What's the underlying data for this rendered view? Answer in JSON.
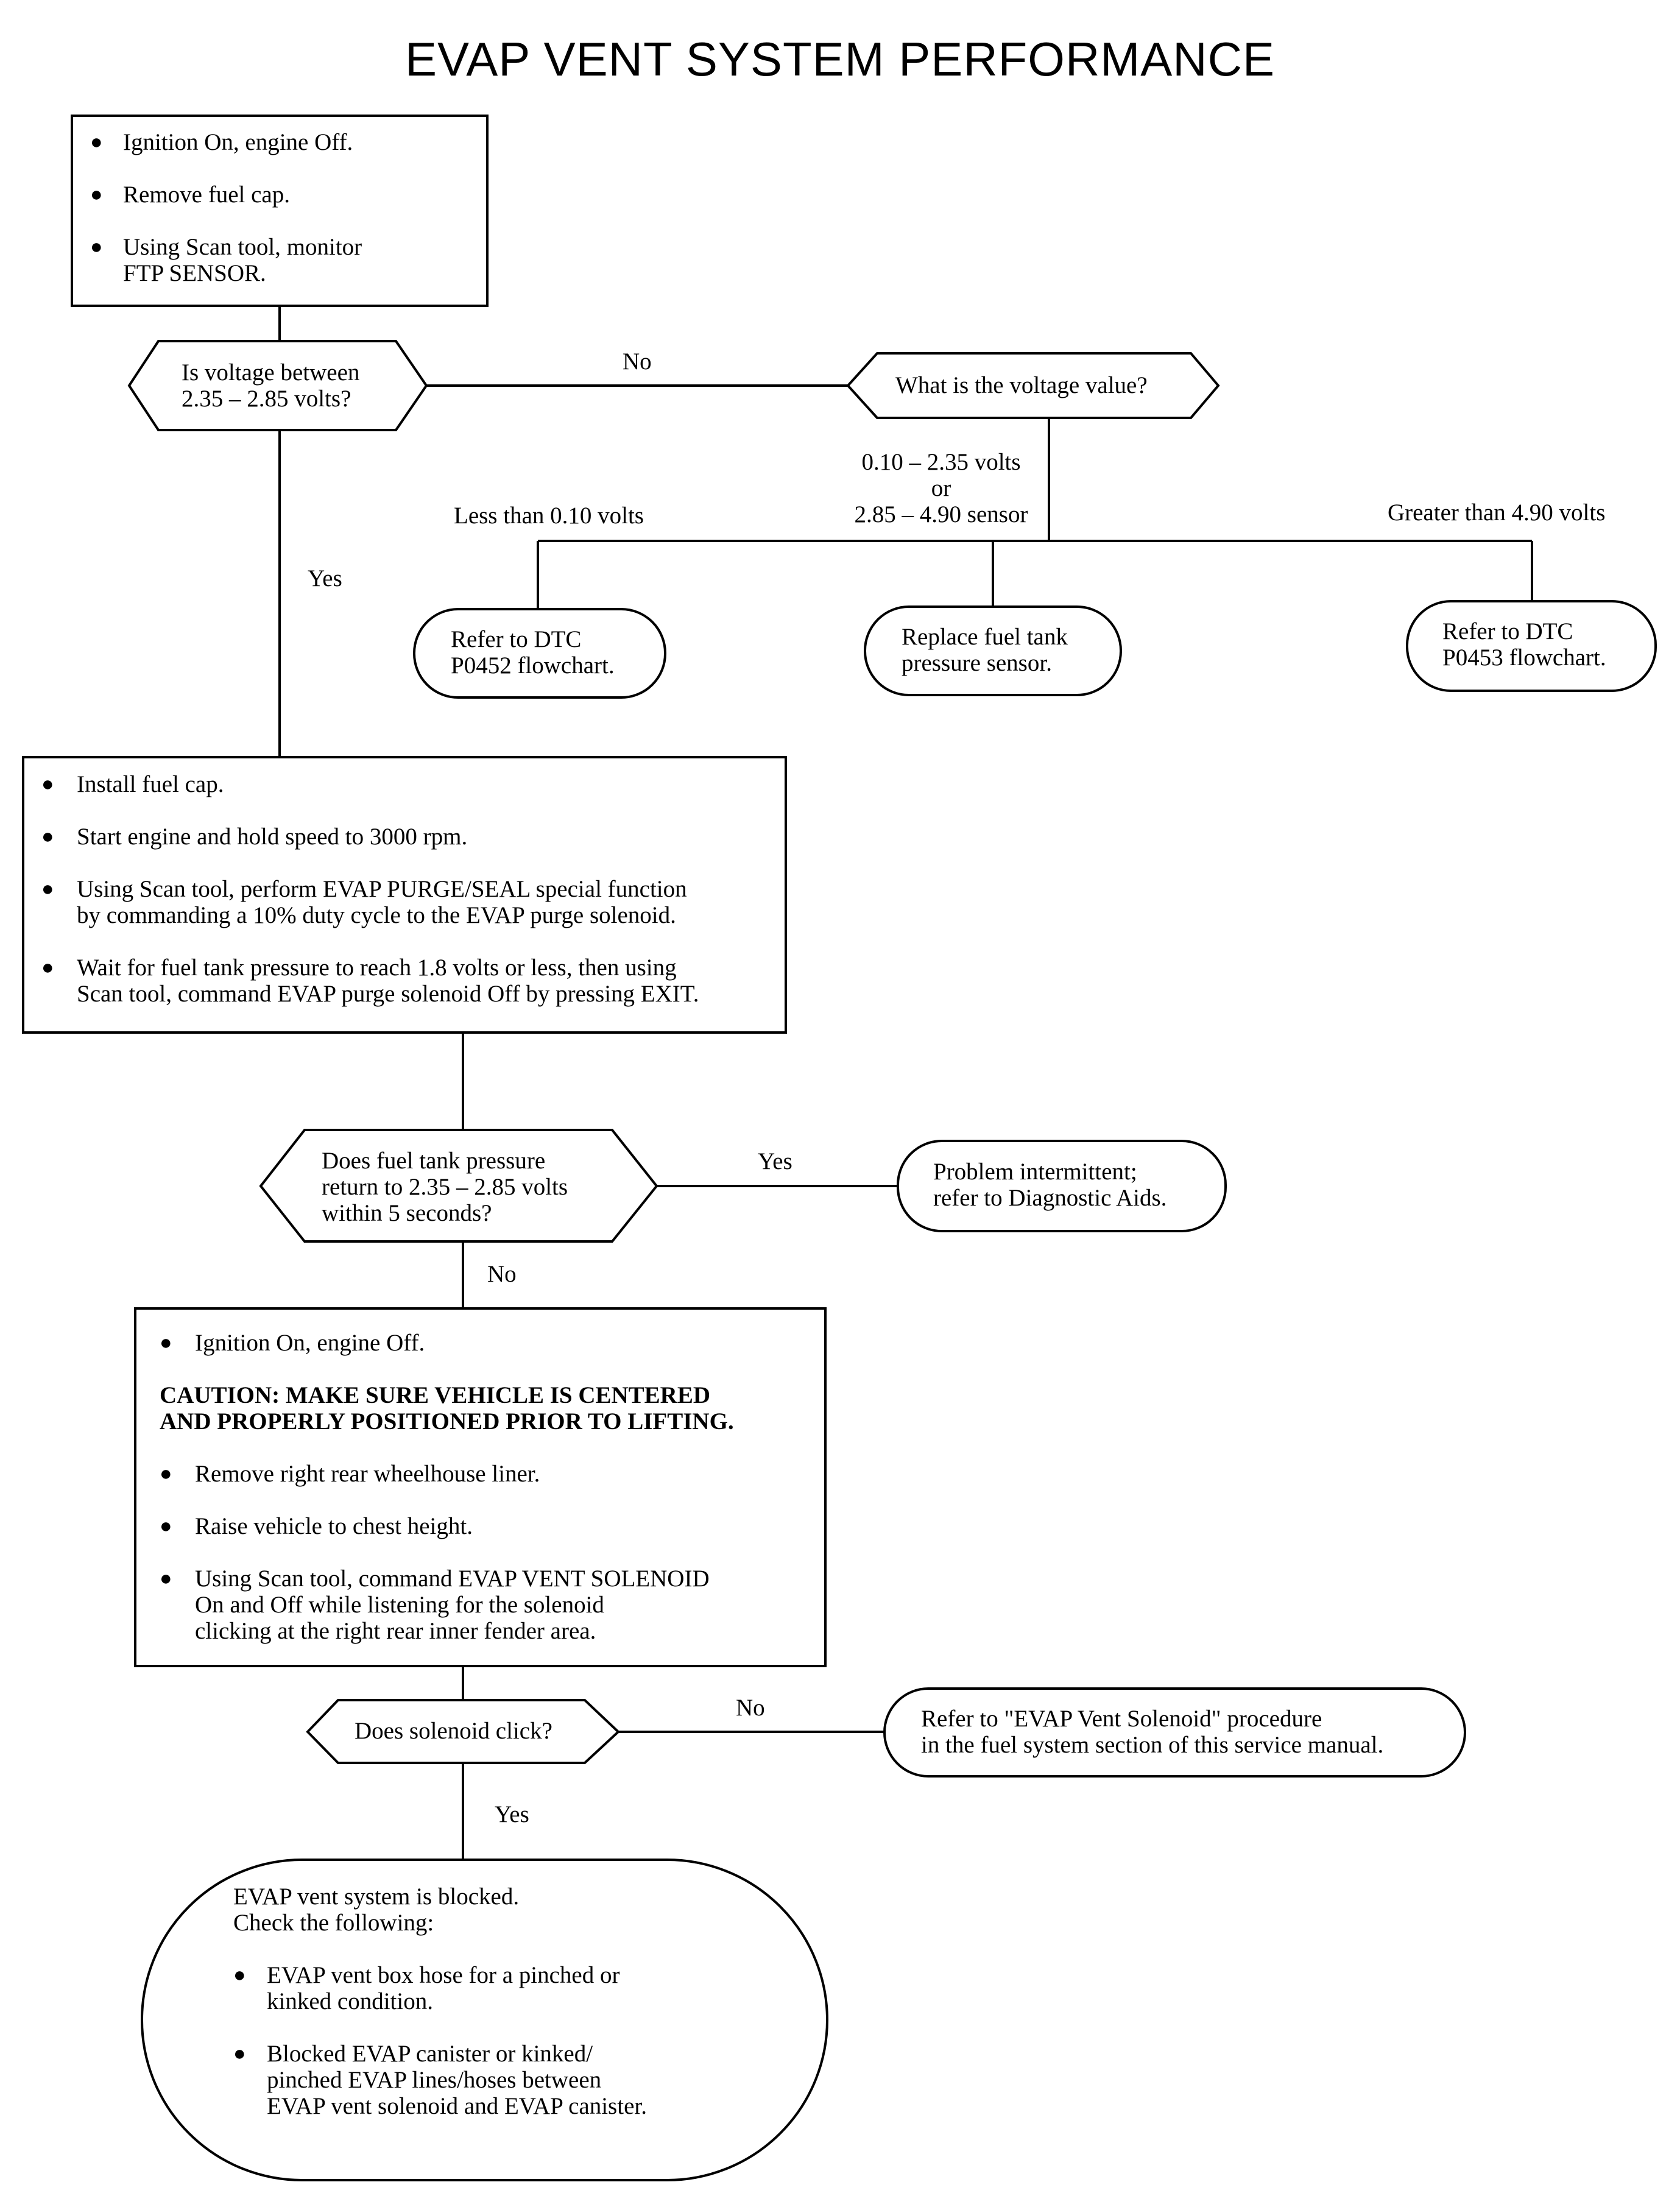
{
  "title": "EVAP VENT SYSTEM PERFORMANCE",
  "steps": {
    "step1": {
      "items": [
        "Ignition On, engine Off.",
        "Remove fuel cap.",
        "Using Scan tool, monitor\nFTP SENSOR."
      ]
    },
    "decision1": {
      "text": "Is voltage between\n2.35 – 2.85 volts?"
    },
    "decision2": {
      "text": "What is the voltage value?"
    },
    "result_low": {
      "text": "Refer to DTC\nP0452 flowchart."
    },
    "result_mid": {
      "text": "Replace fuel tank\npressure sensor."
    },
    "result_high": {
      "text": "Refer to DTC\nP0453 flowchart."
    },
    "step2": {
      "items": [
        "Install fuel cap.",
        "Start engine and hold speed to 3000 rpm.",
        "Using Scan tool, perform EVAP PURGE/SEAL special function\nby commanding a 10% duty cycle to the EVAP purge solenoid.",
        "Wait for fuel tank pressure to reach 1.8 volts or less, then using\nScan tool, command EVAP purge solenoid Off by pressing EXIT."
      ]
    },
    "decision3": {
      "text": "Does fuel tank pressure\nreturn to 2.35 – 2.85 volts\nwithin 5 seconds?"
    },
    "result_intermittent": {
      "text": "Problem intermittent;\nrefer to Diagnostic Aids."
    },
    "step3": {
      "item_first": "Ignition On, engine Off.",
      "caution": "CAUTION: MAKE SURE VEHICLE IS CENTERED\nAND PROPERLY POSITIONED PRIOR TO LIFTING.",
      "items": [
        "Remove right rear wheelhouse liner.",
        "Raise vehicle to chest height.",
        "Using Scan tool, command EVAP VENT SOLENOID\nOn and Off while listening for the solenoid\nclicking at the right rear inner fender area."
      ]
    },
    "decision4": {
      "text": "Does solenoid click?"
    },
    "result_solenoid": {
      "text": "Refer to \"EVAP Vent Solenoid\" procedure\nin the fuel system section of this service manual."
    },
    "final": {
      "intro": "EVAP vent system is blocked.\nCheck the following:",
      "items": [
        "EVAP vent box hose for a pinched or\nkinked condition.",
        "Blocked EVAP canister or kinked/\npinched EVAP lines/hoses between\nEVAP vent solenoid and EVAP canister."
      ]
    }
  },
  "labels": {
    "no1": "No",
    "yes1": "Yes",
    "branch_low": "Less than 0.10 volts",
    "branch_mid": "0.10 – 2.35 volts\nor\n2.85 – 4.90 sensor",
    "branch_high": "Greater than 4.90 volts",
    "yes2": "Yes",
    "no2": "No",
    "no3": "No",
    "yes3": "Yes"
  },
  "bullet_glyph": "●"
}
